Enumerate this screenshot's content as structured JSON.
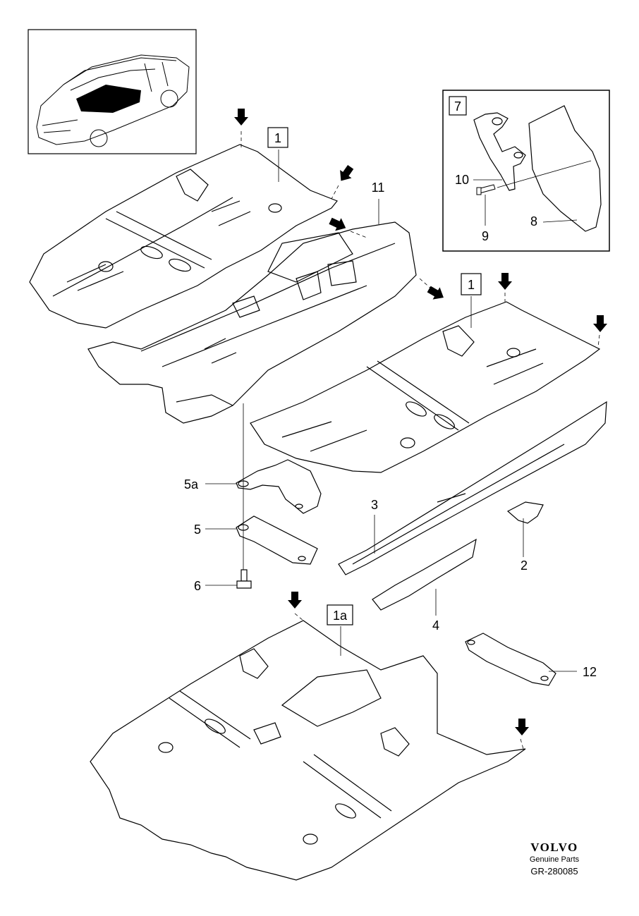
{
  "callouts": {
    "c1_top": "1",
    "c1_right": "1",
    "c1a": "1a",
    "c2": "2",
    "c3": "3",
    "c4": "4",
    "c5": "5",
    "c5a": "5a",
    "c6": "6",
    "c7": "7",
    "c8": "8",
    "c9": "9",
    "c10": "10",
    "c11": "11",
    "c12": "12"
  },
  "brand": {
    "logo": "VOLVO",
    "tagline": "Genuine Parts",
    "code": "GR-280085"
  },
  "icons": [
    "down-arrow-icon",
    "car-thumbnail-icon"
  ]
}
